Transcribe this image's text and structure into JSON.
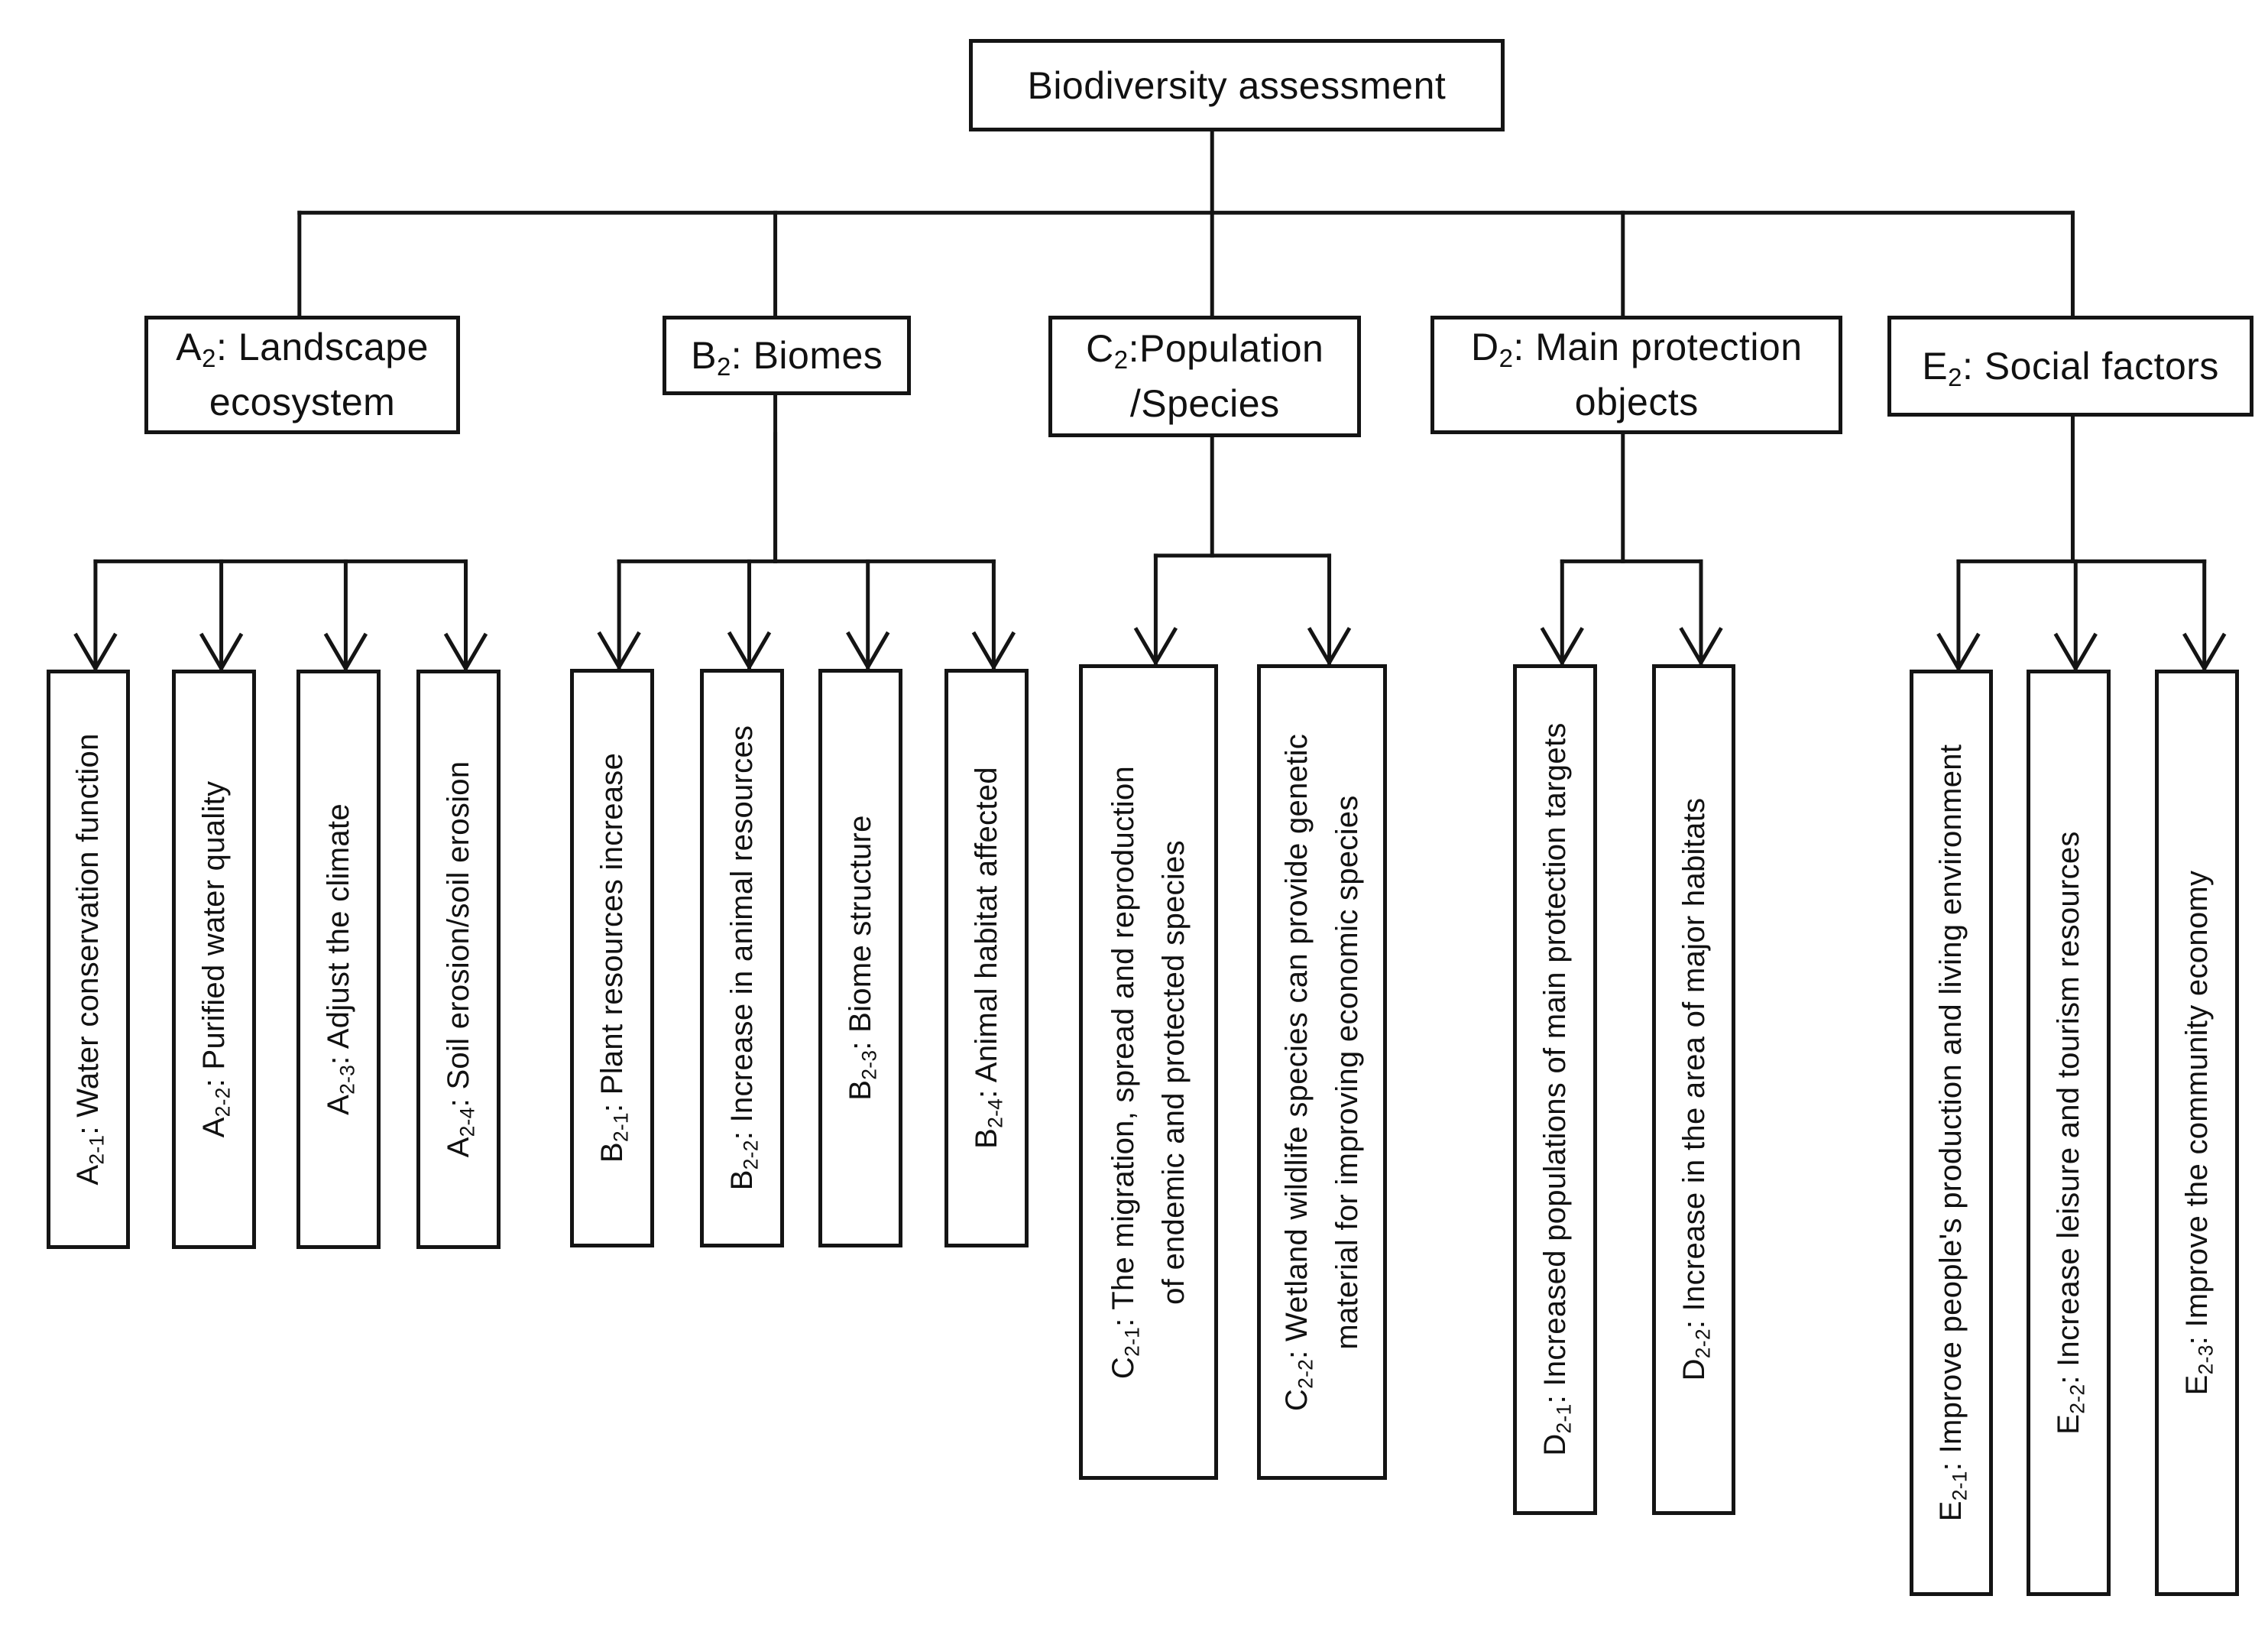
{
  "root": {
    "label": "Biodiversity  assessment"
  },
  "categories": [
    {
      "id": "A",
      "code": "A",
      "sub": "2",
      "lines": [
        ": Landscape",
        "ecosystem"
      ],
      "children": [
        {
          "code": "A",
          "sub": "2-1",
          "lines": [
            ":  Water conservation function"
          ]
        },
        {
          "code": "A",
          "sub": "2-2",
          "lines": [
            ":  Purified water quality"
          ]
        },
        {
          "code": "A",
          "sub": "2-3",
          "lines": [
            ":  Adjust the climate"
          ]
        },
        {
          "code": "A",
          "sub": "2-4",
          "lines": [
            ":  Soil erosion/soil erosion"
          ]
        }
      ]
    },
    {
      "id": "B",
      "code": "B",
      "sub": "2",
      "lines": [
        ": Biomes"
      ],
      "children": [
        {
          "code": "B",
          "sub": "2-1",
          "lines": [
            ":  Plant resources increase"
          ]
        },
        {
          "code": "B",
          "sub": "2-2",
          "lines": [
            ":  Increase in animal resources"
          ]
        },
        {
          "code": "B",
          "sub": "2-3",
          "lines": [
            ":  Biome structure"
          ]
        },
        {
          "code": "B",
          "sub": "2-4",
          "lines": [
            ":  Animal habitat affected"
          ]
        }
      ]
    },
    {
      "id": "C",
      "code": "C",
      "sub": "2",
      "lines": [
        ":Population",
        "/Species"
      ],
      "children": [
        {
          "code": "C",
          "sub": "2-1",
          "lines": [
            ":  The migration, spread and reproduction",
            "of endemic and protected species"
          ]
        },
        {
          "code": "C",
          "sub": "2-2",
          "lines": [
            ":  Wetland wildlife species can provide genetic",
            "material for improving economic species"
          ]
        }
      ]
    },
    {
      "id": "D",
      "code": "D",
      "sub": "2",
      "lines": [
        ": Main protection",
        "objects"
      ],
      "children": [
        {
          "code": "D",
          "sub": "2-1",
          "lines": [
            ":  Increased populations of main protection  targets"
          ]
        },
        {
          "code": "D",
          "sub": "2-2",
          "lines": [
            ":  Increase in the  area of major habitats"
          ]
        }
      ]
    },
    {
      "id": "E",
      "code": "E",
      "sub": "2",
      "lines": [
        ": Social factors"
      ],
      "children": [
        {
          "code": "E",
          "sub": "2-1",
          "lines": [
            ":  Improve people's production  and living environment"
          ]
        },
        {
          "code": "E",
          "sub": "2-2",
          "lines": [
            ":  Increase leisure and tourism resources"
          ]
        },
        {
          "code": "E",
          "sub": "2-3",
          "lines": [
            ": Improve  the community  economy"
          ]
        }
      ]
    }
  ]
}
